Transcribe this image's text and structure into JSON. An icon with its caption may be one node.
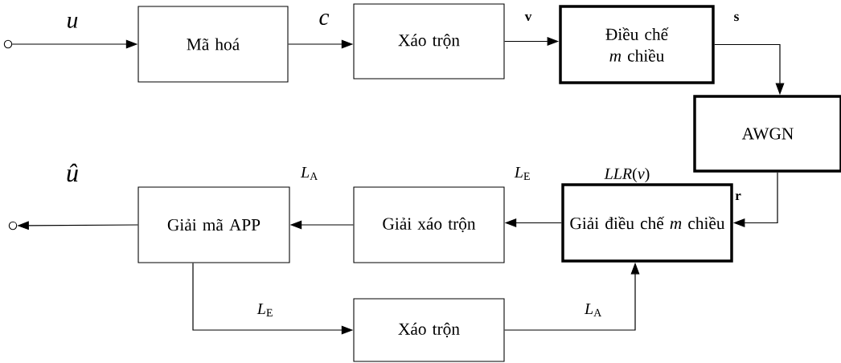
{
  "diagram": {
    "nodes": [
      {
        "text": [],
        "shape": "circle"
      },
      {
        "text": [
          "Mã hoá"
        ]
      },
      {
        "text": [
          "Xáo trộn"
        ]
      },
      {
        "text": [
          "Điều chế *m* chiều"
        ]
      },
      {
        "text": [
          "AWGN"
        ]
      },
      {
        "text": [
          "Giải điều chế *m* chiều"
        ],
        "beside": [
          "*LLR*(*v*)"
        ]
      },
      {
        "text": [
          "Giải xáo trộn"
        ]
      },
      {
        "text": [
          "Giải mã APP"
        ]
      },
      {
        "text": [],
        "shape": "circle"
      },
      {
        "text": [
          "Xáo trộn"
        ]
      }
    ],
    "edges": [
      {
        "from": 0,
        "to": 1,
        "arrow": "to",
        "label": "*u*"
      },
      {
        "from": 1,
        "to": 2,
        "arrow": "to",
        "label": "*c*"
      },
      {
        "from": 2,
        "to": 3,
        "arrow": "to",
        "label": "v"
      },
      {
        "from": 3,
        "to": 4,
        "arrow": "to",
        "label": "s"
      },
      {
        "from": 4,
        "to": 5,
        "arrow": "to",
        "label": "r"
      },
      {
        "from": 5,
        "to": 6,
        "arrow": "to",
        "label": "*L*$_{E}$"
      },
      {
        "from": 6,
        "to": 7,
        "arrow": "to",
        "label": "*L*$_{A}$"
      },
      {
        "from": 7,
        "to": 8,
        "arrow": "to",
        "label": "*û*"
      },
      {
        "from": 7,
        "to": 9,
        "arrow": "to",
        "label": "*L*$_{E}$"
      },
      {
        "from": 9,
        "to": 5,
        "arrow": "to",
        "label": "*L*$_{A}$"
      }
    ]
  }
}
